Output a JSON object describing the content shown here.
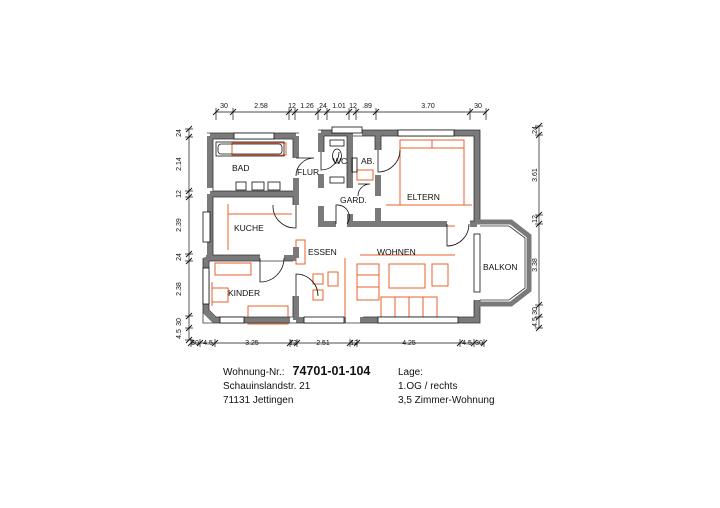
{
  "dims": {
    "top": [
      "30",
      "2.58",
      "12",
      "1.26",
      "24",
      "1.01",
      "12",
      ".89",
      "3.70",
      "30"
    ],
    "bottom": [
      "30",
      "4.5",
      "3.25",
      "12",
      "2.51",
      "12",
      "4.25",
      "4.5",
      "30"
    ],
    "left": [
      "24",
      "2.14",
      "12",
      "2.39",
      "24",
      "2.38",
      "30",
      "4.5"
    ],
    "right": [
      "24",
      "3.61",
      "12",
      "3.38",
      "30",
      "4.5"
    ]
  },
  "rooms": {
    "bad": "BAD",
    "flur": "FLUR",
    "wc": "WC",
    "ab": "AB.",
    "gard": "GARD.",
    "eltern": "ELTERN",
    "kuche": "KUCHE",
    "essen": "ESSEN",
    "wohnen": "WOHNEN",
    "balkon": "BALKON",
    "kinder": "KINDER"
  },
  "info": {
    "wohnung_label": "Wohnung-Nr.:",
    "wohnung_nr": "74701-01-104",
    "street": "Schauinslandstr. 21",
    "city": "71131 Jettingen",
    "lage_label": "Lage:",
    "floor": "1.OG / rechts",
    "type": "3,5 Zimmer-Wohnung"
  },
  "colors": {
    "walls": "#7a7a7a",
    "furniture": "#e8622a",
    "lines": "#111111"
  }
}
